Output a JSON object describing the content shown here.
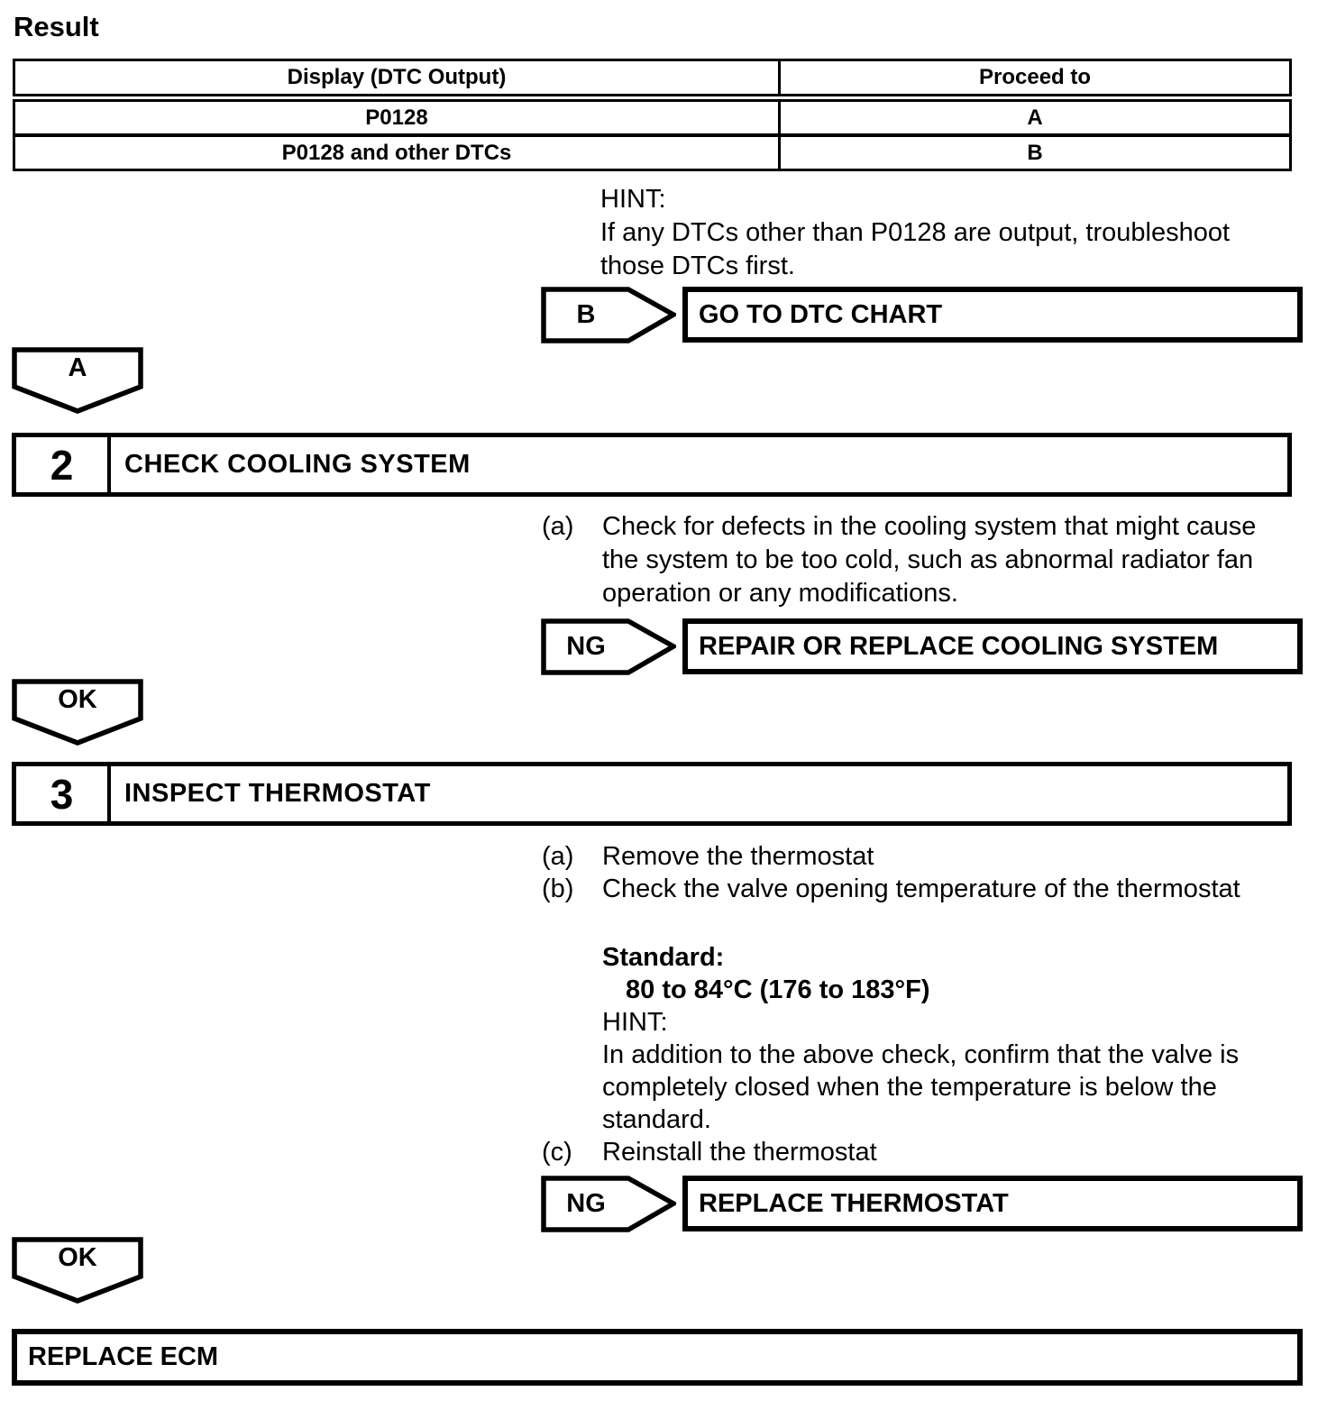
{
  "page": {
    "title": "Result"
  },
  "result_table": {
    "headers": [
      "Display (DTC Output)",
      "Proceed to"
    ],
    "rows": [
      [
        "P0128",
        "A"
      ],
      [
        "P0128 and other DTCs",
        "B"
      ]
    ]
  },
  "hint_top": {
    "label": "HINT:",
    "lines": [
      "If any DTCs other than P0128 are output, troubleshoot",
      "those DTCs first."
    ]
  },
  "connectors": {
    "b": {
      "tag": "B",
      "action": "GO TO DTC CHART"
    },
    "ng_cooling": {
      "tag": "NG",
      "action": "REPAIR OR REPLACE COOLING SYSTEM"
    },
    "ng_thermostat": {
      "tag": "NG",
      "action": "REPLACE THERMOSTAT"
    }
  },
  "flow_labels": {
    "a": "A",
    "ok1": "OK",
    "ok2": "OK"
  },
  "steps": {
    "step2": {
      "number": "2",
      "title": "CHECK COOLING SYSTEM",
      "item_a": {
        "label": "(a)",
        "lines": [
          "Check for defects in the cooling system that might cause",
          "the system to be too cold, such as abnormal radiator fan",
          "operation or any modifications."
        ]
      }
    },
    "step3": {
      "number": "3",
      "title": "INSPECT THERMOSTAT",
      "item_a": {
        "label": "(a)",
        "text": "Remove the thermostat"
      },
      "item_b": {
        "label": "(b)",
        "text": "Check the valve opening temperature of the thermostat"
      },
      "standard": {
        "label": "Standard:",
        "value": "80 to 84°C (176 to 183°F)"
      },
      "hint": {
        "label": "HINT:",
        "lines": [
          "In addition to the above check, confirm that the valve is",
          "completely closed when the temperature is below the",
          "standard."
        ]
      },
      "item_c": {
        "label": "(c)",
        "text": "Reinstall the thermostat"
      }
    }
  },
  "final_action": {
    "label": "REPLACE ECM"
  }
}
